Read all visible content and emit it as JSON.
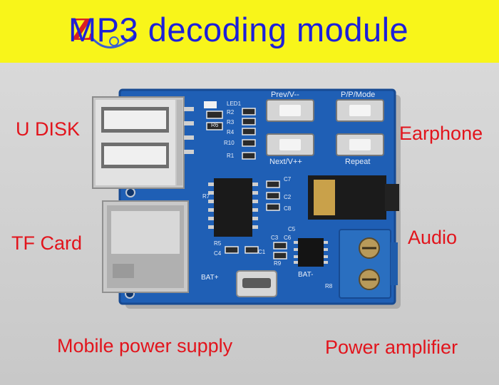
{
  "banner": {
    "title": "MP3 decoding module",
    "logo_letter": "Z"
  },
  "callouts": {
    "u_disk": "U DISK",
    "tf_card": "TF Card",
    "mobile_power": "Mobile power supply",
    "earphone": "Earphone",
    "audio": "Audio",
    "power_amplifier": "Power amplifier"
  },
  "board": {
    "buttons": {
      "prev": "Prev/V--",
      "play": "P/P/Mode",
      "next": "Next/V++",
      "repeat": "Repeat"
    },
    "silkscreen": {
      "led1": "LED1",
      "r2": "R2",
      "r6": "R6",
      "r3": "R3",
      "r4": "R4",
      "r10": "R10",
      "r1": "R1",
      "r7": "R7",
      "c7": "C7",
      "c2": "C2",
      "c8": "C8",
      "c3": "C3",
      "c6": "C6",
      "r5": "R5",
      "c4": "C4",
      "c1": "C1",
      "r9": "R9",
      "c5": "C5",
      "r8": "R8",
      "bat_plus": "BAT+",
      "bat_minus": "BAT-"
    }
  },
  "colors": {
    "banner": "#f8f51a",
    "title": "#1d20d9",
    "callout": "#e2141c",
    "pcb": "#1f5fb5",
    "terminal": "#2a6fc0"
  }
}
